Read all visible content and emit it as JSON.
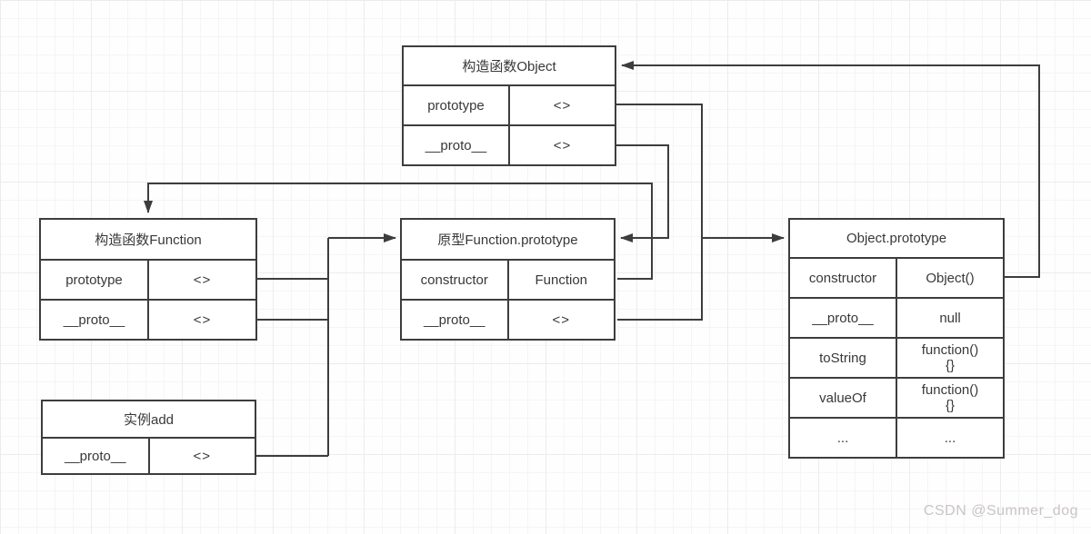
{
  "diagram": {
    "nodes": [
      {
        "id": "object-constructor",
        "title": "构造函数Object",
        "rows": [
          {
            "key": "prototype",
            "value": "<>"
          },
          {
            "key": "__proto__",
            "value": "<>"
          }
        ]
      },
      {
        "id": "function-constructor",
        "title": "构造函数Function",
        "rows": [
          {
            "key": "prototype",
            "value": "<>"
          },
          {
            "key": "__proto__",
            "value": "<>"
          }
        ]
      },
      {
        "id": "function-prototype",
        "title": "原型Function.prototype",
        "rows": [
          {
            "key": "constructor",
            "value": "Function"
          },
          {
            "key": "__proto__",
            "value": "<>"
          }
        ]
      },
      {
        "id": "object-prototype",
        "title": "Object.prototype",
        "rows": [
          {
            "key": "constructor",
            "value": "Object()"
          },
          {
            "key": "__proto__",
            "value": "null"
          },
          {
            "key": "toString",
            "value": "function()\n{}"
          },
          {
            "key": "valueOf",
            "value": "function()\n{}"
          },
          {
            "key": "...",
            "value": "..."
          }
        ]
      },
      {
        "id": "add-instance",
        "title": "实例add",
        "rows": [
          {
            "key": "__proto__",
            "value": "<>"
          }
        ]
      }
    ],
    "edges": [
      {
        "from": "Object.prototype.constructor",
        "to": "构造函数Object"
      },
      {
        "from": "构造函数Object.prototype",
        "to": "Object.prototype"
      },
      {
        "from": "原型Function.prototype.__proto__",
        "to": "Object.prototype"
      },
      {
        "from": "构造函数Object.__proto__",
        "to": "原型Function.prototype"
      },
      {
        "from": "原型Function.prototype.constructor",
        "to": "构造函数Function"
      },
      {
        "from": "构造函数Function.prototype",
        "to": "原型Function.prototype"
      },
      {
        "from": "构造函数Function.__proto__",
        "to": "原型Function.prototype"
      },
      {
        "from": "实例add.__proto__",
        "to": "原型Function.prototype"
      }
    ],
    "watermark": "CSDN @Summer_dog",
    "colors": {
      "line": "#3d3d3d",
      "text": "#383838",
      "watermark": "#cbc4c4"
    }
  }
}
